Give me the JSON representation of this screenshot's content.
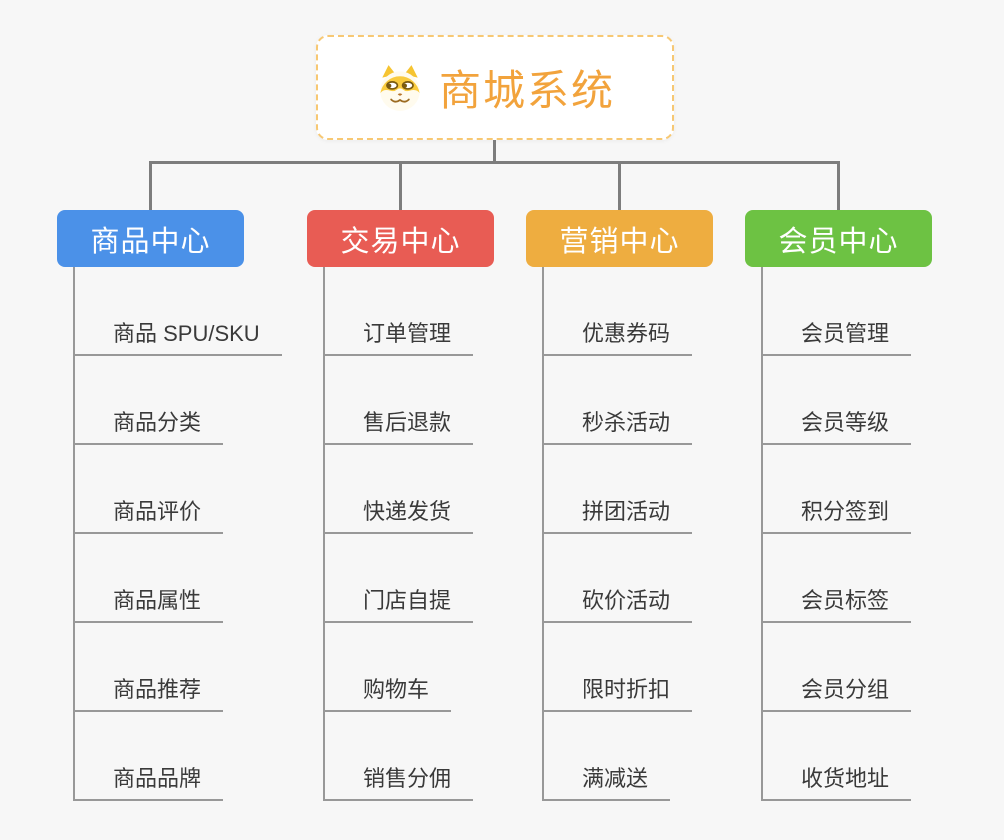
{
  "page": {
    "background_color": "#f7f7f7",
    "connector_color": "#7d7d7d",
    "leaf_line_color": "#989898"
  },
  "root": {
    "title": "商城系统",
    "icon": "doge-icon",
    "text_color": "#f2a33c",
    "border_color": "#f7c873"
  },
  "branches": [
    {
      "label": "商品中心",
      "color": "#4b91e8",
      "items": [
        "商品 SPU/SKU",
        "商品分类",
        "商品评价",
        "商品属性",
        "商品推荐",
        "商品品牌"
      ]
    },
    {
      "label": "交易中心",
      "color": "#e85c54",
      "items": [
        "订单管理",
        "售后退款",
        "快递发货",
        "门店自提",
        "购物车",
        "销售分佣"
      ]
    },
    {
      "label": "营销中心",
      "color": "#eead40",
      "items": [
        "优惠券码",
        "秒杀活动",
        "拼团活动",
        "砍价活动",
        "限时折扣",
        "满减送"
      ]
    },
    {
      "label": "会员中心",
      "color": "#6dc243",
      "items": [
        "会员管理",
        "会员等级",
        "积分签到",
        "会员标签",
        "会员分组",
        "收货地址"
      ]
    }
  ]
}
